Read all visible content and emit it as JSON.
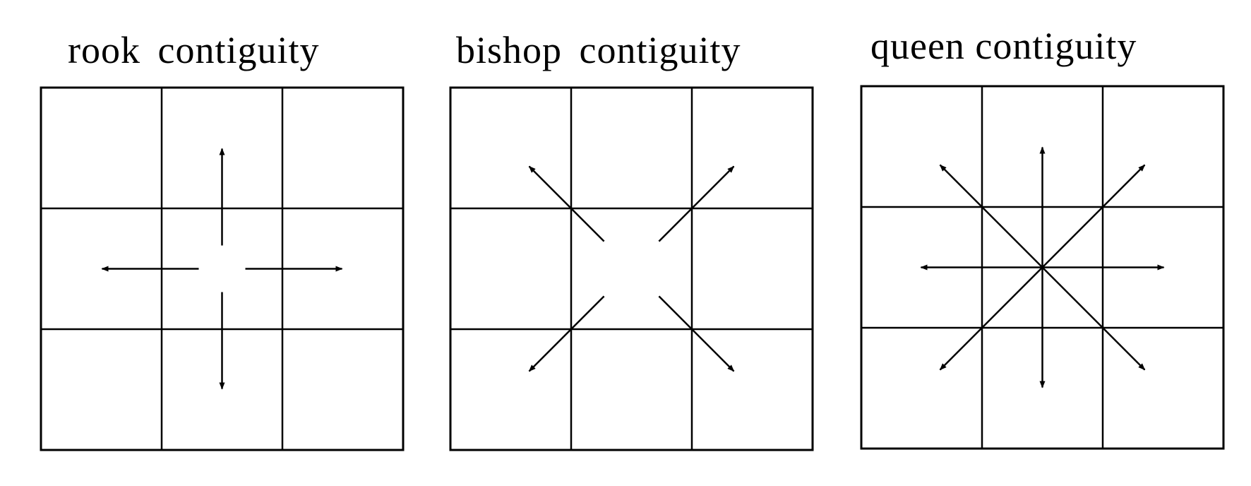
{
  "panels": [
    {
      "id": "rook",
      "title": "rook  contiguity",
      "directions": [
        "up",
        "down",
        "left",
        "right"
      ]
    },
    {
      "id": "bishop",
      "title": "bishop  contiguity",
      "directions": [
        "up-left",
        "up-right",
        "down-left",
        "down-right"
      ]
    },
    {
      "id": "queen",
      "title": "queen contiguity",
      "directions": [
        "up",
        "down",
        "left",
        "right",
        "up-left",
        "up-right",
        "down-left",
        "down-right"
      ]
    }
  ],
  "grid": {
    "rows": 3,
    "cols": 3
  },
  "colors": {
    "line": "#000000",
    "background": "#ffffff"
  }
}
